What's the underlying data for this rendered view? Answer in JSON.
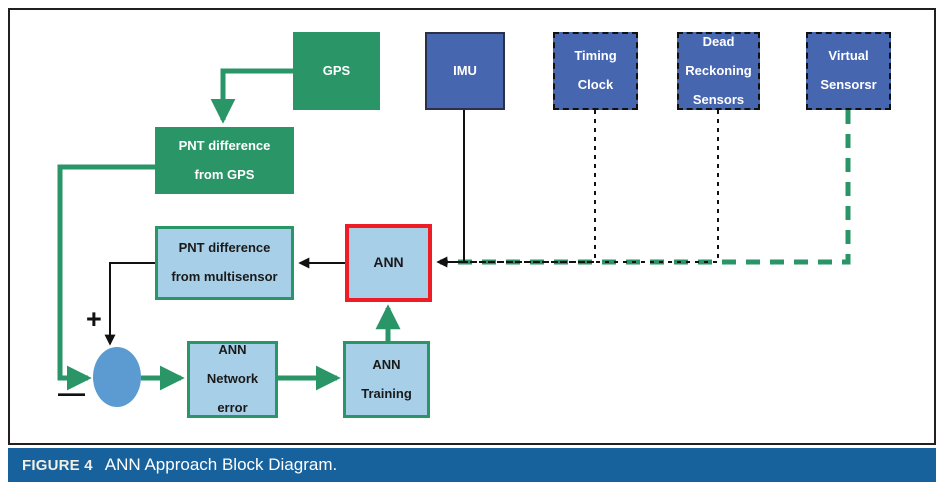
{
  "figure": {
    "caption_label": "FIGURE 4",
    "caption_text": "ANN Approach Block Diagram.",
    "border_color": "#231f20",
    "caption_bar_color": "#17619c"
  },
  "palette": {
    "green": "#2a9567",
    "blue": "#4766b0",
    "light_blue": "#a8cfe8",
    "red": "#ee1c24",
    "circle_blue": "#5b9bd1",
    "black": "#111111",
    "white": "#ffffff"
  },
  "nodes": {
    "gps": {
      "label": "GPS",
      "style": "green-solid"
    },
    "imu": {
      "label": "IMU",
      "style": "blue-solid"
    },
    "timing_clock": {
      "label": "Timing\nClock",
      "line1": "Timing",
      "line2": "Clock",
      "style": "blue-dashed"
    },
    "dead_reckoning": {
      "line1": "Dead",
      "line2": "Reckoning",
      "line3": "Sensors",
      "style": "blue-dashed"
    },
    "virtual_sensors": {
      "line1": "Virtual",
      "line2": "Sensorsr",
      "style": "blue-dashed"
    },
    "pnt_gps": {
      "line1": "PNT difference",
      "line2": "from GPS",
      "style": "green-solid"
    },
    "pnt_multisensor": {
      "line1": "PNT difference",
      "line2": "from multisensor",
      "style": "lightblue-green"
    },
    "ann": {
      "label": "ANN",
      "style": "lightblue-red"
    },
    "ann_network_error": {
      "line1": "ANN",
      "line2": "Network",
      "line3": "error",
      "style": "lightblue-green"
    },
    "ann_training": {
      "line1": "ANN",
      "line2": "Training",
      "style": "lightblue-green"
    },
    "summing_junction": {
      "plus": "+",
      "minus": "—"
    }
  },
  "connections": [
    {
      "name": "gps-to-pnt-gps",
      "from": "gps",
      "to": "pnt_gps",
      "color": "#2a9567",
      "style": "solid"
    },
    {
      "name": "pnt-gps-to-summing-junction",
      "from": "pnt_gps",
      "to": "summing_junction",
      "color": "#2a9567",
      "style": "solid"
    },
    {
      "name": "pnt-multisensor-to-summing-junction",
      "from": "pnt_multisensor",
      "to": "summing_junction",
      "color": "#111111",
      "style": "solid"
    },
    {
      "name": "summing-junction-to-ann-network-error",
      "from": "summing_junction",
      "to": "ann_network_error",
      "color": "#2a9567",
      "style": "solid"
    },
    {
      "name": "ann-network-error-to-ann-training",
      "from": "ann_network_error",
      "to": "ann_training",
      "color": "#2a9567",
      "style": "solid"
    },
    {
      "name": "ann-training-to-ann",
      "from": "ann_training",
      "to": "ann",
      "color": "#2a9567",
      "style": "solid"
    },
    {
      "name": "ann-to-pnt-multisensor",
      "from": "ann",
      "to": "pnt_multisensor",
      "color": "#111111",
      "style": "solid"
    },
    {
      "name": "imu-to-ann",
      "from": "imu",
      "to": "ann",
      "color": "#111111",
      "style": "solid"
    },
    {
      "name": "timing-clock-to-ann",
      "from": "timing_clock",
      "to": "ann",
      "color": "#111111",
      "style": "dotted"
    },
    {
      "name": "dead-reckoning-to-ann",
      "from": "dead_reckoning",
      "to": "ann",
      "color": "#111111",
      "style": "dotted"
    },
    {
      "name": "virtual-sensors-to-ann",
      "from": "virtual_sensors",
      "to": "ann",
      "color": "#2a9567",
      "style": "dashed"
    }
  ]
}
